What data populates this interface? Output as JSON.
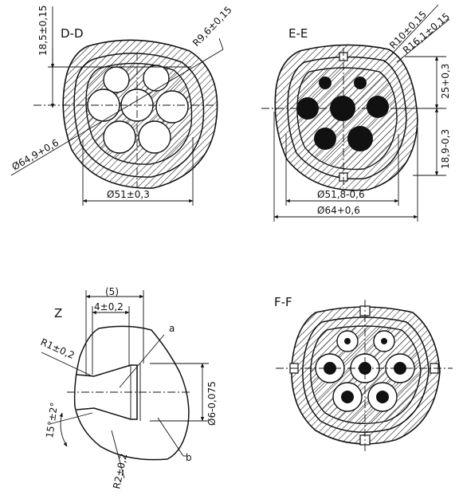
{
  "views": {
    "dd": {
      "title": "D-D",
      "dim_top": "18,5±0,15",
      "dim_radius": "R9,6±0,15",
      "dim_dia_left": "Ø64,9+0,6",
      "dim_dia_bottom": "Ø51±0,3"
    },
    "ee": {
      "title": "E-E",
      "dim_r10": "R10±0,15",
      "dim_r16": "R16,1±0,15",
      "dim_25": "25+0,3",
      "dim_189": "18,9-0,3",
      "dim_518": "Ø51,8-0,6",
      "dim_64": "Ø64+0,6"
    },
    "z": {
      "title": "Z",
      "dim_5": "(5)",
      "dim_4": "4±0,2",
      "label_a": "a",
      "label_b": "b",
      "dim_r1": "R1±0,2",
      "dim_angle": "15°±2°",
      "dim_r2": "R2±0,2",
      "dim_d6": "Ø6-0,075"
    },
    "ff": {
      "title": "F-F"
    }
  }
}
